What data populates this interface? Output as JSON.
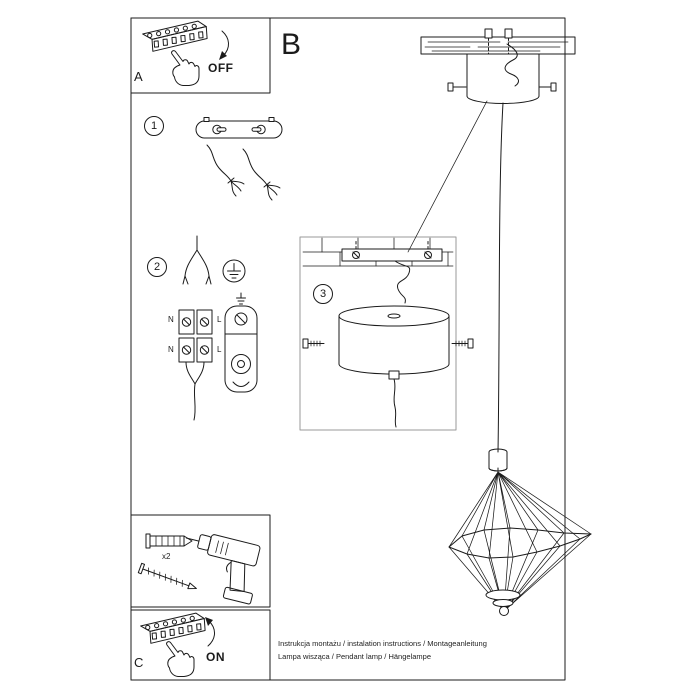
{
  "meta": {
    "ink_color": "#1b1b1b",
    "paper_color": "#ffffff"
  },
  "panels": {
    "a": {
      "label": "A",
      "switch_state": "OFF"
    },
    "b": {
      "label": "B"
    },
    "c": {
      "label": "C",
      "switch_state": "ON"
    }
  },
  "steps": {
    "one": "1",
    "two": "2",
    "three": "3"
  },
  "wiring_labels": {
    "row1_n": "N",
    "row1_l": "L",
    "row2_n": "N",
    "row2_l": "L"
  },
  "hardware": {
    "wall_plug_qty": "x2"
  },
  "footer": {
    "line1": "Instrukcja montażu / instalation instructions / Montageanleitung",
    "line2": "Lampa wisząca / Pendant lamp / Hängelampe"
  }
}
